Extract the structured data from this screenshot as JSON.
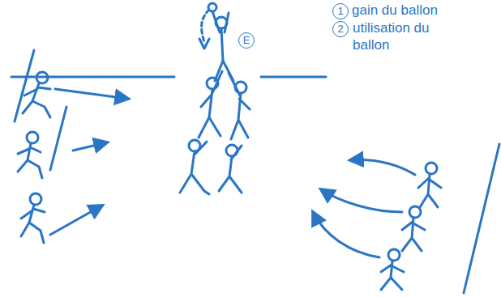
{
  "diagram": {
    "labels": [
      "1",
      "gain du ballon",
      "2",
      "utilisation du ballon",
      "E"
    ]
  }
}
